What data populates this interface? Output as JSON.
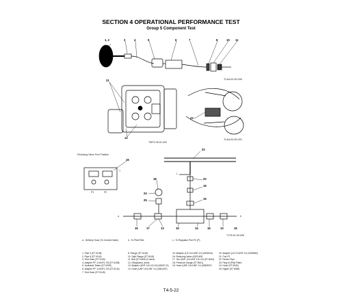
{
  "header": {
    "title": "SECTION 4 OPERATIONAL PERFORMANCE TEST",
    "subtitle": "Group 5 Component Test"
  },
  "figure1": {
    "callouts": [
      "1, 2",
      "3",
      "4",
      "5",
      "6",
      "7",
      "8",
      "10",
      "11"
    ],
    "caption": "TLAA-04-05-008"
  },
  "figure2": {
    "callouts": [
      "21",
      "12"
    ],
    "caption": "TMF3-05-01-002"
  },
  "figure3": {
    "callouts": [
      "23"
    ],
    "caption": "TLAA-04-05-003"
  },
  "figure4": {
    "heading": "Reducing Valve Port Position",
    "callouts": [
      "16"
    ],
    "port_labels": [
      "T",
      "P1",
      "P2"
    ]
  },
  "figure5": {
    "callouts_top": [
      "22",
      "20",
      "19",
      "15",
      "18",
      "24",
      "25"
    ],
    "callouts_bottom": [
      "16",
      "17",
      "13",
      "16",
      "14",
      "16",
      "13",
      "15"
    ],
    "labels": [
      "L",
      "a",
      "b"
    ],
    "caption": "T175-04-05-008"
  },
  "legend_top": [
    "a -   Delivery Hose (To Controll Valve)",
    "b -   To Pilot Filter",
    "c -   To Regulator Port Pn (P)"
  ],
  "legend": [
    [
      "1.  Pipe 4 (ST 0148)",
      "2.  Pipe 8 (ST 0140)",
      "3.  Test Hose (ST 0149)",
      "4.  Adapter PF 1×UNF1-7/8 (ST 6188)",
      "5.  Hydraulic Tester (ST 6299)",
      "6.  Adapter PF 1×UNF1-7/8 (ST 6144)",
      "7.  Test Hose (ST 6145)"
    ],
    [
      "8.  Flange (ST 0118)",
      "10. Split Flange (ST 6118)",
      "11. Bolt (ST 6409 (4 Used)",
      "12. (Regulator) Joints",
      "13. Adapter (UNF 1/4×1/2-18 (4452S 21)",
      "14. Hose (UNF 1/4×UNF 1/4 (4381407)"
    ],
    [
      "15. Adapter (1/2 Go×UNF 1/4 (4304544)",
      "16. Reducing Valve (4321409)",
      "17. Tee (UNF 1/4×UNF 1/4×1/4 (ST 6024)",
      "18. Pressure Gauge (ST 6941)",
      "19. Hose (UNF 1/4×UNF 1/4 (4355937)"
    ],
    [
      "20. Adapter (1/4 G×UNF 1/4 (4300660)",
      "21. Port P1",
      "22. Return Pipe",
      "23. Plug M (Pilot Filter)",
      "24. Hose (ST 6940)",
      "25. Nipple (ST 6069)"
    ]
  ],
  "page_number": "T4-5-22"
}
